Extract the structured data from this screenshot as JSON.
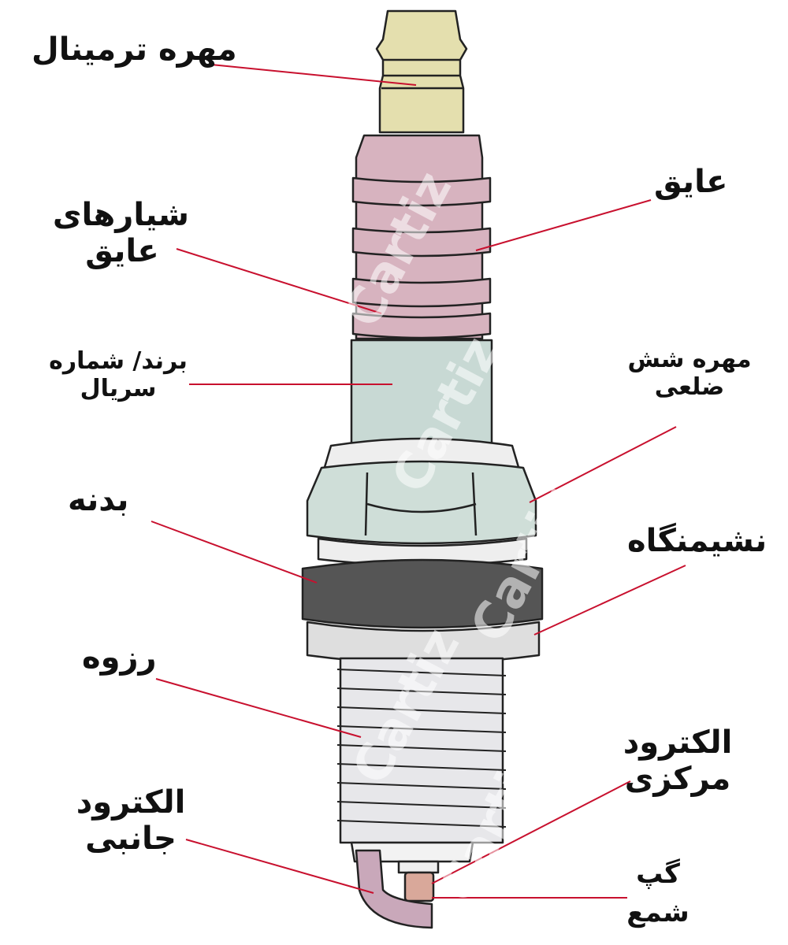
{
  "labels": {
    "terminal_nut": "مهره ترمینال",
    "insulator": "عایق",
    "insulator_ribs": "شیارهای عایق",
    "brand_serial": "برند/ شماره سریال",
    "hex_nut": "مهره شش ضلعی",
    "body": "بدنه",
    "seat": "نشیمنگاه",
    "thread": "رزوه",
    "center_electrode": "الکترود مرکزی",
    "gap": "گپ شمع",
    "ground_electrode": "الکترود جانبی"
  },
  "watermark": "Cartiz",
  "colors": {
    "terminal": "#e4dfae",
    "insulator": "#d7b3bf",
    "brand_area": "#c8d9d4",
    "hex": "#cfded8",
    "body_ring": "#555555",
    "thread": "#e7e7ea",
    "electrode": "#c9a8ba",
    "center_tip": "#d9a89a",
    "leader_line": "#c8102e",
    "outline": "#222222"
  }
}
